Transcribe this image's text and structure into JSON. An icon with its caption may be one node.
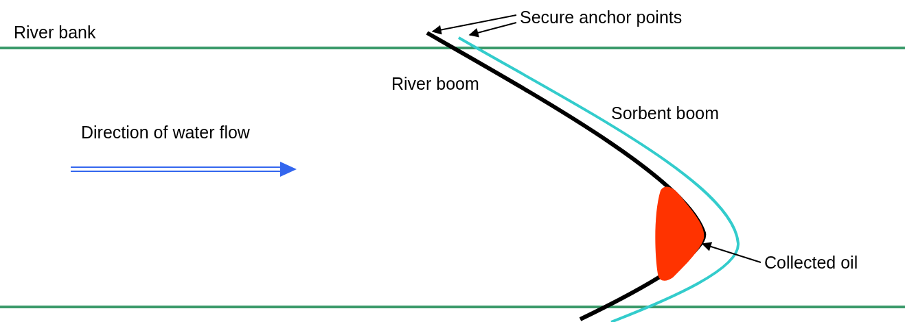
{
  "diagram": {
    "nodes": [
      {
        "text": [
          "Secure anchor points"
        ]
      },
      {
        "text": [
          "Collected oil"
        ]
      },
      {
        "text": [],
        "shape": "blob"
      }
    ],
    "edges": [
      {
        "from": 0,
        "to": null,
        "arrow": "to"
      },
      {
        "from": 0,
        "to": null,
        "arrow": "to"
      },
      {
        "from": 1,
        "to": 2,
        "arrow": "to"
      }
    ],
    "labels": [
      "River bank",
      "River boom",
      "Sorbent boom",
      "Direction of water flow"
    ]
  }
}
